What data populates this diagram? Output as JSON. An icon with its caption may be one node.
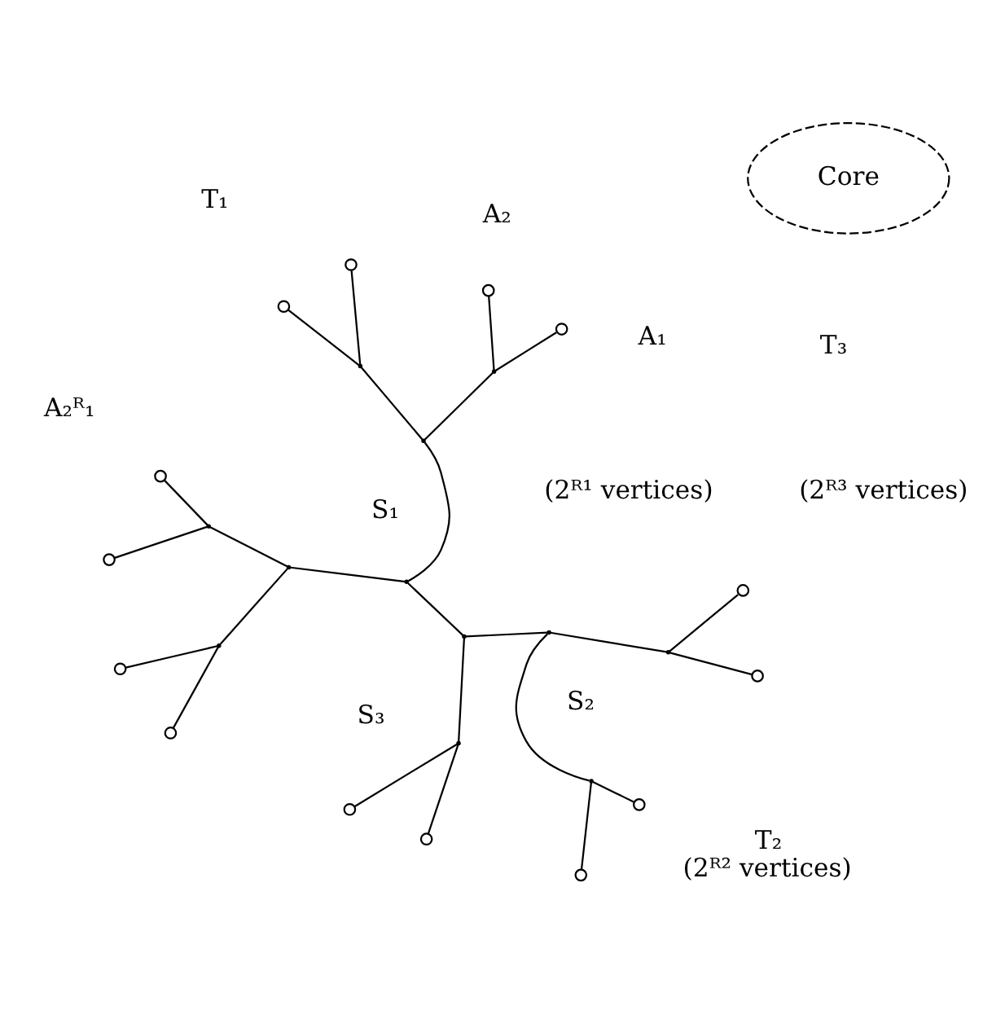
{
  "diagram": {
    "nodes": [
      {
        "text": [],
        "shape": "circle"
      },
      {
        "text": [],
        "shape": "circle",
        "beside": [
          "T₂",
          "(2ᴿ² vertices)"
        ]
      },
      {
        "text": [],
        "shape": "circle",
        "beside": [
          "A₂ᴿ₁"
        ]
      },
      {
        "text": [],
        "shape": "circle"
      },
      {
        "text": [],
        "shape": "point"
      },
      {
        "text": [],
        "shape": "point"
      },
      {
        "text": [],
        "shape": "circle"
      },
      {
        "text": [],
        "shape": "circle"
      },
      {
        "text": [],
        "shape": "point"
      },
      {
        "text": [],
        "shape": "point"
      },
      {
        "text": [],
        "shape": "point",
        "beside": [
          "S₂"
        ]
      },
      {
        "text": [],
        "shape": "point"
      },
      {
        "text": [],
        "shape": "circle"
      },
      {
        "text": [],
        "shape": "circle"
      },
      {
        "text": [],
        "shape": "point",
        "beside": [
          "S₁"
        ]
      },
      {
        "text": [],
        "shape": "point"
      },
      {
        "text": [
          "Core"
        ]
      },
      {
        "text": [],
        "shape": "circle"
      },
      {
        "text": [],
        "shape": "point"
      },
      {
        "text": [],
        "shape": "point"
      },
      {
        "text": [],
        "shape": "circle"
      },
      {
        "text": [],
        "shape": "point"
      },
      {
        "text": [],
        "shape": "circle",
        "beside": [
          "A₁"
        ]
      },
      {
        "text": [],
        "shape": "point",
        "beside": [
          "S₃"
        ]
      },
      {
        "text": [],
        "shape": "circle"
      },
      {
        "text": [],
        "shape": "circle",
        "beside": [
          "A₂"
        ]
      },
      {
        "text": [],
        "shape": "circle"
      }
    ],
    "edges": [
      {
        "from": 4,
        "to": 0,
        "arrow": "none"
      },
      {
        "from": 4,
        "to": 2,
        "arrow": "none"
      },
      {
        "from": 9,
        "to": 4,
        "arrow": "none"
      },
      {
        "from": 8,
        "to": 6,
        "arrow": "none"
      },
      {
        "from": 8,
        "to": 12,
        "arrow": "none"
      },
      {
        "from": 9,
        "to": 8,
        "arrow": "none"
      },
      {
        "from": 14,
        "to": 9,
        "arrow": "none"
      },
      {
        "from": 14,
        "to": 15,
        "arrow": "none"
      },
      {
        "from": 15,
        "to": 10,
        "arrow": "none"
      },
      {
        "from": 10,
        "to": 5,
        "arrow": "none"
      },
      {
        "from": 5,
        "to": 1,
        "arrow": "none"
      },
      {
        "from": 5,
        "to": 3,
        "arrow": "none"
      },
      {
        "from": 10,
        "to": 11,
        "arrow": "none"
      },
      {
        "from": 11,
        "to": 7,
        "arrow": "none"
      },
      {
        "from": 11,
        "to": 13,
        "arrow": "none"
      },
      {
        "from": 15,
        "to": 23,
        "arrow": "none"
      },
      {
        "from": 23,
        "to": 24,
        "arrow": "none"
      },
      {
        "from": 23,
        "to": 26,
        "arrow": "none"
      },
      {
        "from": 14,
        "to": 19,
        "arrow": "none"
      },
      {
        "from": 19,
        "to": 18,
        "arrow": "none"
      },
      {
        "from": 18,
        "to": 17,
        "arrow": "none"
      },
      {
        "from": 18,
        "to": 20,
        "arrow": "none"
      },
      {
        "from": 19,
        "to": 21,
        "arrow": "none"
      },
      {
        "from": 21,
        "to": 22,
        "arrow": "none"
      },
      {
        "from": 21,
        "to": 25,
        "arrow": "none"
      }
    ],
    "labels": [
      "T₁",
      "(2ᴿ¹ vertices)",
      "T₃",
      "(2ᴿ³ vertices)"
    ]
  }
}
